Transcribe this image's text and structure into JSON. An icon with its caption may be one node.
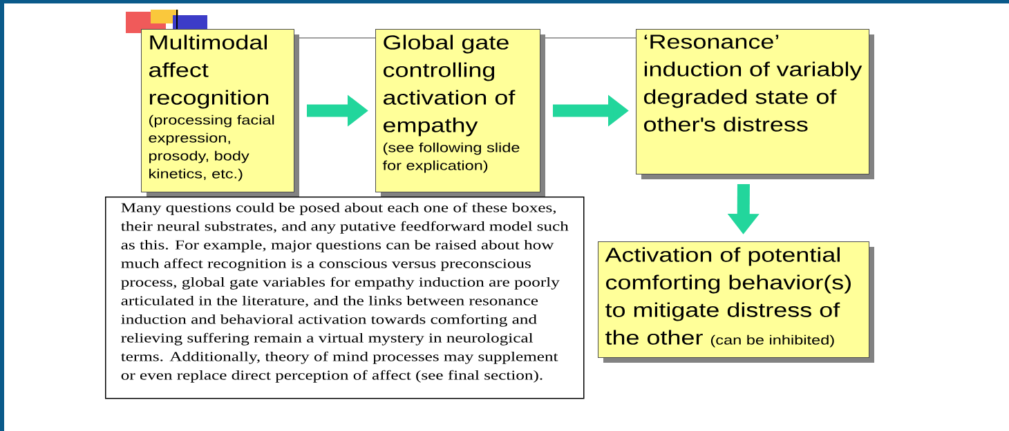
{
  "diagram": {
    "nodes": [
      {
        "text": [
          "Multimodal affect recognition",
          "(processing facial expression, prosody, body kinetics, etc.)"
        ]
      },
      {
        "text": [
          "Global gate controlling activation of empathy",
          "(see following slide for explication)"
        ]
      },
      {
        "text": [
          "‘Resonance’ induction of variably degraded state of other's distress"
        ]
      },
      {
        "text": [
          "Activation of potential comforting behavior(s) to mitigate distress of the other",
          "(can be inhibited)"
        ]
      },
      {
        "text": [
          "Many questions could be posed about each one of these boxes, their neural substrates, and any putative feedforward model such as this.  For example, major questions can be raised about how much affect recognition is a conscious versus preconscious process, global gate variables for empathy induction are poorly articulated in the literature, and the links between resonance induction and behavioral activation towards comforting and relieving suffering remain a virtual mystery in neurological terms.  Additionally, theory of mind processes may supplement or even replace direct perception of affect (see final section)."
        ]
      }
    ],
    "edges": [
      {
        "from": 0,
        "to": 1,
        "arrow": "to"
      },
      {
        "from": 1,
        "to": 2,
        "arrow": "to"
      },
      {
        "from": 2,
        "to": 3,
        "arrow": "to"
      }
    ]
  }
}
